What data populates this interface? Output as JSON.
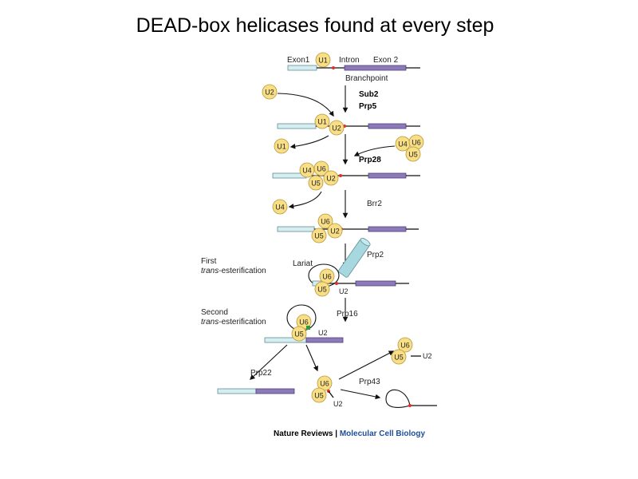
{
  "slide": {
    "title": "DEAD-box helicases found at every step"
  },
  "labels": {
    "exon1": "Exon1",
    "intron": "Intron",
    "exon2": "Exon 2",
    "branchpoint": "Branchpoint",
    "sub2": "Sub2",
    "prp5": "Prp5",
    "prp28": "Prp28",
    "brr2": "Brr2",
    "prp2": "Prp2",
    "lariat": "Lariat",
    "first_line1": "First",
    "first_line2_italic": "trans",
    "first_line2_rest": "-esterification",
    "second_line1": "Second",
    "second_line2_italic": "trans",
    "second_line2_rest": "-esterification",
    "prp16": "Prp16",
    "prp22": "Prp22",
    "prp43": "Prp43"
  },
  "snrnps": {
    "u1": "U1",
    "u2": "U2",
    "u4": "U4",
    "u5": "U5",
    "u6": "U6"
  },
  "credit": {
    "journal": "Nature Reviews",
    "separator": " | ",
    "section": "Molecular Cell Biology"
  },
  "colors": {
    "exon1": "#d6eef0",
    "exon2": "#8d7ab8",
    "snrnp": "#f8df86",
    "branchpoint": "#e0302a",
    "credit_section": "#1f4e9a"
  }
}
